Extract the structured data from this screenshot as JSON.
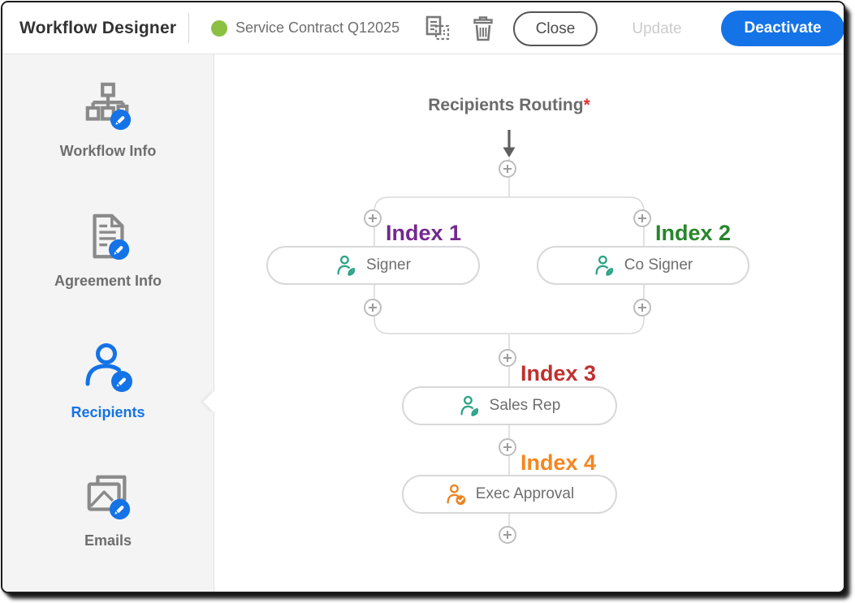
{
  "header": {
    "title": "Workflow Designer",
    "workflow": {
      "status_dot_color": "#8BC043",
      "name": "Service Contract Q12025"
    },
    "actions": {
      "copy_icon": "copy-document-icon",
      "delete_icon": "trash-icon",
      "close_label": "Close",
      "update_label": "Update",
      "deactivate_label": "Deactivate",
      "deactivate_color": "#1473E6"
    }
  },
  "sidebar": {
    "items": [
      {
        "label": "Workflow Info",
        "icon": "workflow-chart-icon",
        "active": false
      },
      {
        "label": "Agreement Info",
        "icon": "agreement-document-icon",
        "active": false
      },
      {
        "label": "Recipients",
        "icon": "recipients-person-icon",
        "active": true
      },
      {
        "label": "Emails",
        "icon": "emails-envelope-icon",
        "active": false
      }
    ],
    "edit_badge_icon": "pencil-badge-icon",
    "edit_badge_color": "#1473E6"
  },
  "canvas": {
    "title": "Recipients Routing",
    "required_marker": "*",
    "add_icon": "plus-icon",
    "nodes": [
      {
        "index_label": "Index 1",
        "index_color": "#74298E",
        "name": "Signer",
        "role_icon": "signer-pen-icon",
        "role_icon_color": "#2BA387"
      },
      {
        "index_label": "Index 2",
        "index_color": "#27862B",
        "name": "Co Signer",
        "role_icon": "signer-pen-icon",
        "role_icon_color": "#2BA387"
      },
      {
        "index_label": "Index 3",
        "index_color": "#C0302E",
        "name": "Sales Rep",
        "role_icon": "signer-pen-icon",
        "role_icon_color": "#2BA387"
      },
      {
        "index_label": "Index 4",
        "index_color": "#F6861F",
        "name": "Exec Approval",
        "role_icon": "approver-check-icon",
        "role_icon_color": "#EE8220"
      }
    ]
  }
}
